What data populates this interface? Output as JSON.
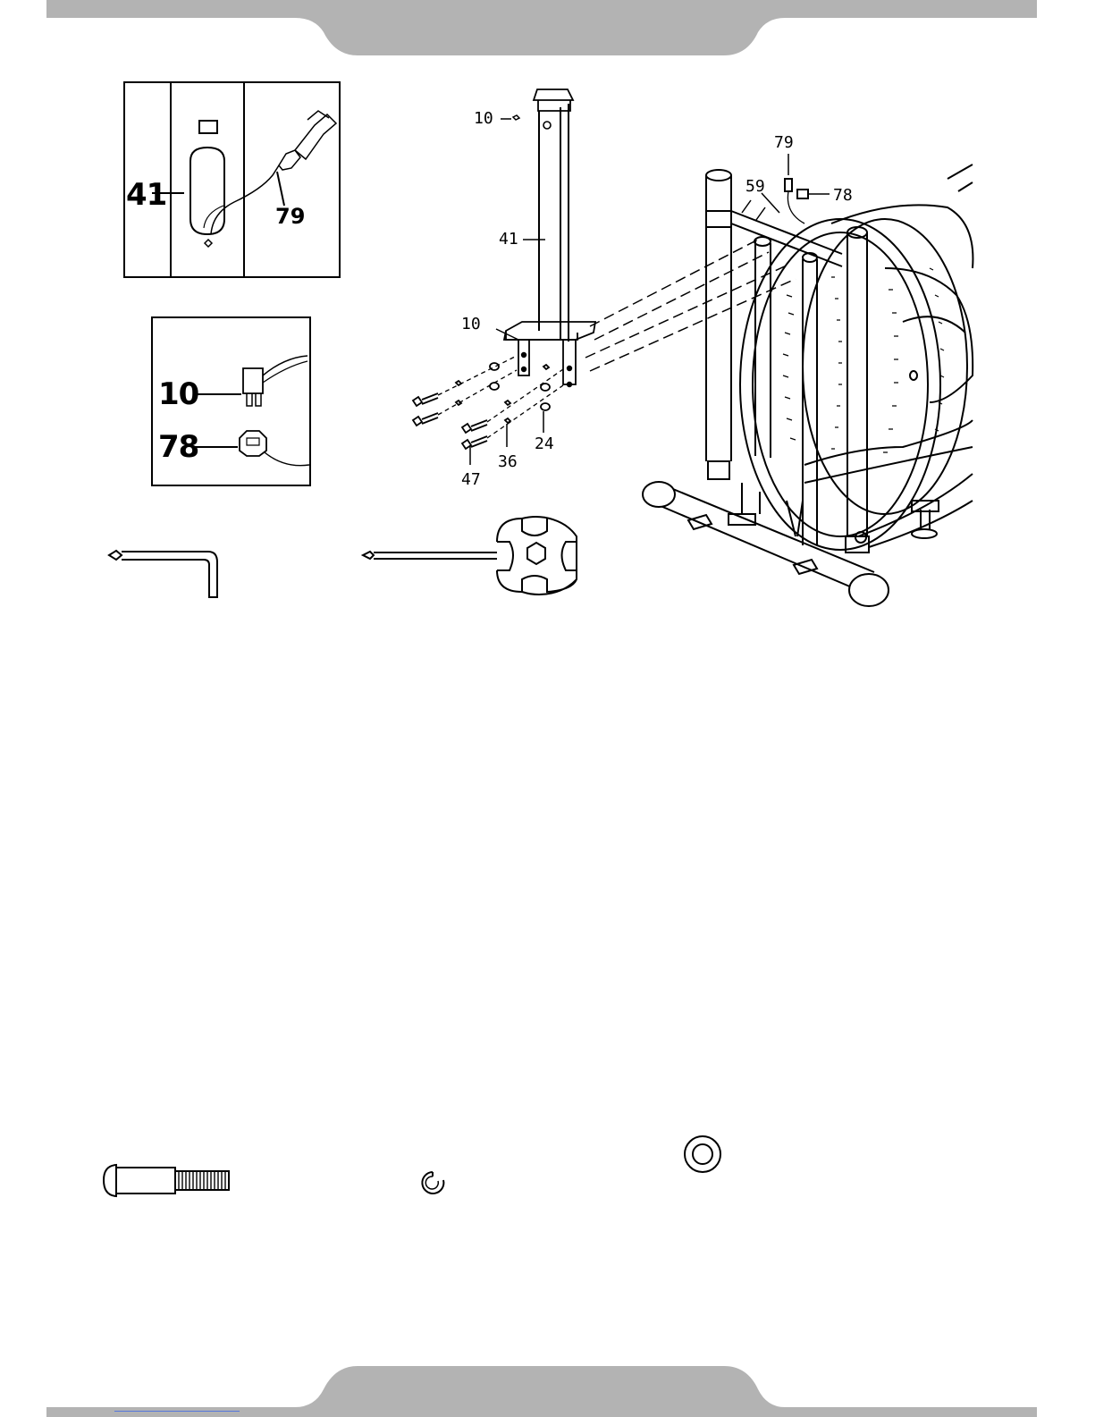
{
  "inset_top": {
    "label_41": "41",
    "label_79": "79"
  },
  "inset_bottom": {
    "label_10": "10",
    "label_78": "78"
  },
  "main_callouts": {
    "c10_top": "10",
    "c41": "41",
    "c10_bottom": "10",
    "c79": "79",
    "c59": "59",
    "c78": "78",
    "c24": "24",
    "c36": "36",
    "c47": "47"
  },
  "colors": {
    "band": "#b3b3b3",
    "line": "#000000",
    "fill_gray": "#dcdcdc",
    "link": "#5577dd"
  },
  "icons": {
    "allen_key": "allen-key-icon",
    "wrench_screwdriver": "multi-wrench-icon",
    "bolt": "bolt-icon",
    "spring_washer": "spring-washer-icon",
    "flat_washer": "flat-washer-icon"
  }
}
